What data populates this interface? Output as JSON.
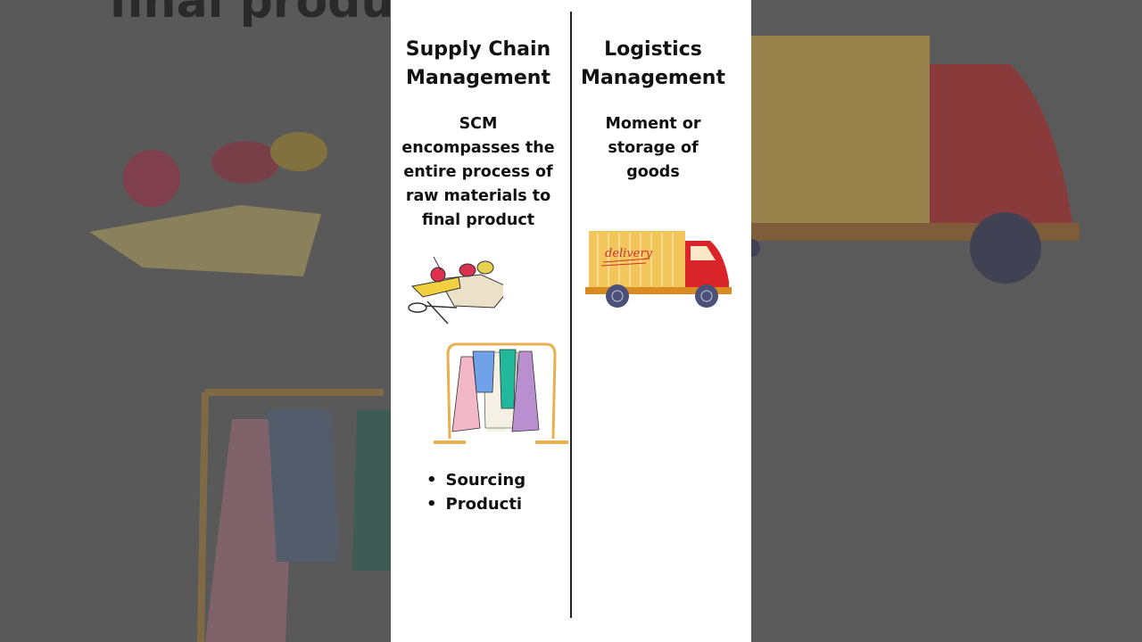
{
  "background_text": "final produ",
  "left": {
    "title": "Supply Chain Management",
    "description": "SCM encompasses the entire process of raw materials to final product",
    "bullets": [
      "Sourcing",
      "Producti"
    ]
  },
  "right": {
    "title": "Logistics Management",
    "description": "Moment or storage of goods",
    "truck_label": "delivery"
  },
  "colors": {
    "truck_cargo": "#f3c65c",
    "truck_cab": "#d9252a",
    "wheels": "#4b5078",
    "background": "#5a5a5a"
  }
}
